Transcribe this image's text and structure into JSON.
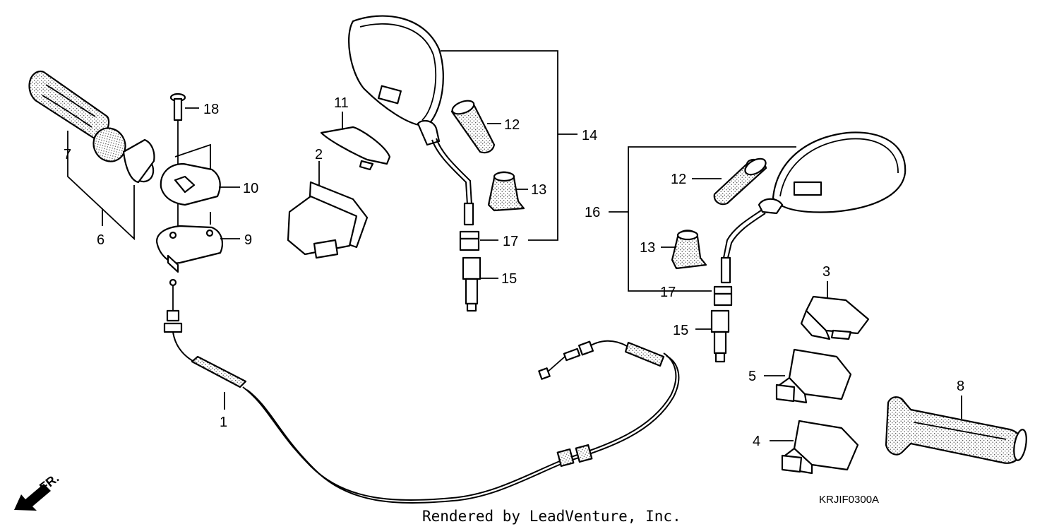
{
  "diagram": {
    "callouts": [
      {
        "id": "1",
        "label": "1"
      },
      {
        "id": "2",
        "label": "2"
      },
      {
        "id": "3",
        "label": "3"
      },
      {
        "id": "4",
        "label": "4"
      },
      {
        "id": "5",
        "label": "5"
      },
      {
        "id": "6",
        "label": "6"
      },
      {
        "id": "7",
        "label": "7"
      },
      {
        "id": "8",
        "label": "8"
      },
      {
        "id": "9",
        "label": "9"
      },
      {
        "id": "10",
        "label": "10"
      },
      {
        "id": "11",
        "label": "11"
      },
      {
        "id": "12a",
        "label": "12"
      },
      {
        "id": "12b",
        "label": "12"
      },
      {
        "id": "13a",
        "label": "13"
      },
      {
        "id": "13b",
        "label": "13"
      },
      {
        "id": "14",
        "label": "14"
      },
      {
        "id": "15a",
        "label": "15"
      },
      {
        "id": "15b",
        "label": "15"
      },
      {
        "id": "16",
        "label": "16"
      },
      {
        "id": "17a",
        "label": "17"
      },
      {
        "id": "17b",
        "label": "17"
      },
      {
        "id": "18",
        "label": "18"
      }
    ],
    "direction_label": "FR.",
    "diagram_code": "KRJIF0300A",
    "credit": "Rendered by LeadVenture, Inc."
  },
  "colors": {
    "line": "#000000",
    "background": "#ffffff"
  }
}
